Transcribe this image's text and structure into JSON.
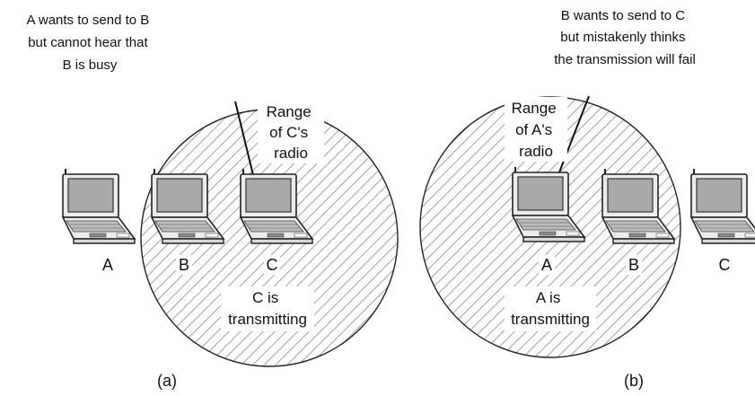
{
  "panel_a": {
    "caption_lines": [
      "A wants to send to B",
      "but cannot hear that",
      "B is busy"
    ],
    "range_lines": [
      "Range",
      "of C's",
      "radio"
    ],
    "status_lines": [
      "C is",
      "transmitting"
    ],
    "nodes": [
      "A",
      "B",
      "C"
    ],
    "sublabel": "(a)"
  },
  "panel_b": {
    "caption_lines": [
      "B wants to send to C",
      "but mistakenly thinks",
      "the transmission will fail"
    ],
    "range_lines": [
      "Range",
      "of A's",
      "radio"
    ],
    "status_lines": [
      "A is",
      "transmitting"
    ],
    "nodes": [
      "A",
      "B",
      "C"
    ],
    "sublabel": "(b)"
  },
  "colors": {
    "hatch": "#8a8a8a",
    "screen": "#a9a9a9",
    "outline": "#222222"
  },
  "icons": {
    "station": "laptop-icon"
  }
}
